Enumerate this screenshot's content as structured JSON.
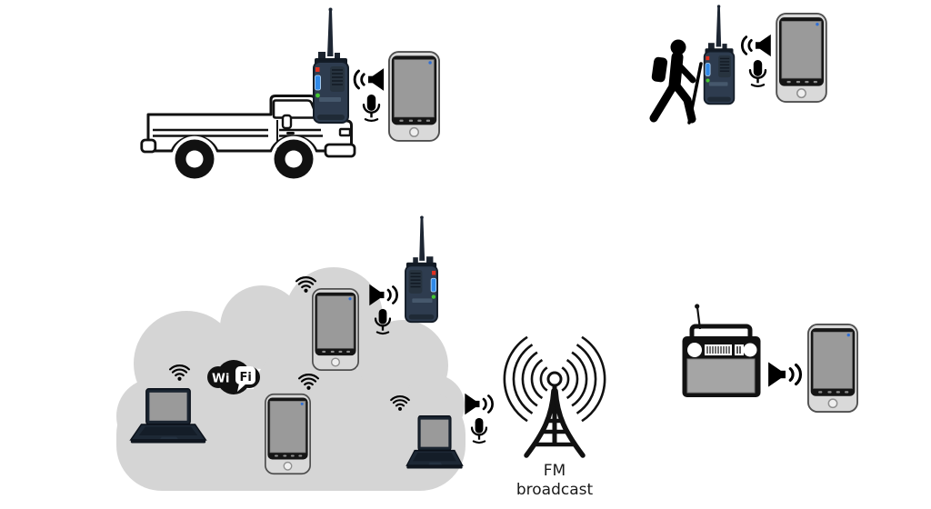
{
  "texts": {
    "wifi_logo_wi": "Wi",
    "wifi_logo_fi": "Fi",
    "fm_label_line1": "FM",
    "fm_label_line2": "broadcast"
  },
  "colors": {
    "background": "#ffffff",
    "cloud": "#d5d5d5",
    "line_art": "#111111",
    "device_dark": "#2e3c4f",
    "screen_gray": "#9a9a9a",
    "phone_body": "#d9d9d9",
    "walkie_button_red": "#e03020",
    "walkie_button_blue": "#2f89e8",
    "walkie_button_green": "#46c832",
    "phone_camera_dot": "#2f6fd6",
    "radio_speaker_panel": "#a5a5a5"
  },
  "icons": {
    "speaker": "loudspeaker-with-sound-waves",
    "microphone": "microphone",
    "wifi_signal": "wifi-signal-fan",
    "wifi_logo": "wifi-alliance-logo",
    "fm_tower": "broadcast-tower-with-radio-waves"
  },
  "scenes": {
    "truck_scene": {
      "objects": [
        "pickup-truck",
        "walkie-talkie",
        "speaker",
        "microphone",
        "smartphone"
      ]
    },
    "hiker_scene": {
      "objects": [
        "hiker",
        "walkie-talkie",
        "speaker",
        "microphone",
        "smartphone"
      ]
    },
    "wifi_cloud_scene": {
      "objects": [
        "laptop",
        "wifi-logo",
        "smartphone",
        "smartphone",
        "laptop",
        "walkie-talkie",
        "speaker",
        "microphone",
        "speaker",
        "microphone"
      ]
    },
    "fm_tower_scene": {
      "objects": [
        "broadcast-tower"
      ]
    },
    "radio_scene": {
      "objects": [
        "portable-radio",
        "speaker",
        "smartphone"
      ]
    }
  }
}
